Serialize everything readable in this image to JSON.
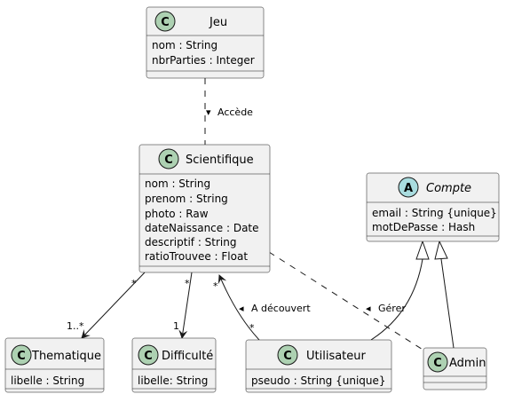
{
  "classes": {
    "jeu": {
      "name": "Jeu",
      "stereotype": "C",
      "attrs": [
        "nom : String",
        "nbrParties : Integer"
      ]
    },
    "scientifique": {
      "name": "Scientifique",
      "stereotype": "C",
      "attrs": [
        "nom : String",
        "prenom : String",
        "photo : Raw",
        "dateNaissance : Date",
        "descriptif : String",
        "ratioTrouvee : Float"
      ]
    },
    "compte": {
      "name": "Compte",
      "stereotype": "A",
      "attrs": [
        "email : String {unique}",
        "motDePasse : Hash"
      ]
    },
    "thematique": {
      "name": "Thematique",
      "stereotype": "C",
      "attrs": [
        "libelle : String"
      ]
    },
    "difficulte": {
      "name": "Difficulté",
      "stereotype": "C",
      "attrs": [
        "libelle: String"
      ]
    },
    "utilisateur": {
      "name": "Utilisateur",
      "stereotype": "C",
      "attrs": [
        "pseudo : String {unique}"
      ]
    },
    "admin": {
      "name": "Admin",
      "stereotype": "C",
      "attrs": []
    }
  },
  "relations": {
    "accede": {
      "label": "Accède",
      "direction": "▾"
    },
    "decouvert": {
      "label": "A découvert",
      "direction": "◂"
    },
    "gerer": {
      "label": "Gérer",
      "direction": "◂"
    }
  },
  "multiplicities": {
    "sci_them_from": "*",
    "sci_them_to": "1..*",
    "sci_diff_from": "*",
    "sci_diff_to": "1",
    "sci_util_from": "*",
    "sci_util_to": "*"
  }
}
